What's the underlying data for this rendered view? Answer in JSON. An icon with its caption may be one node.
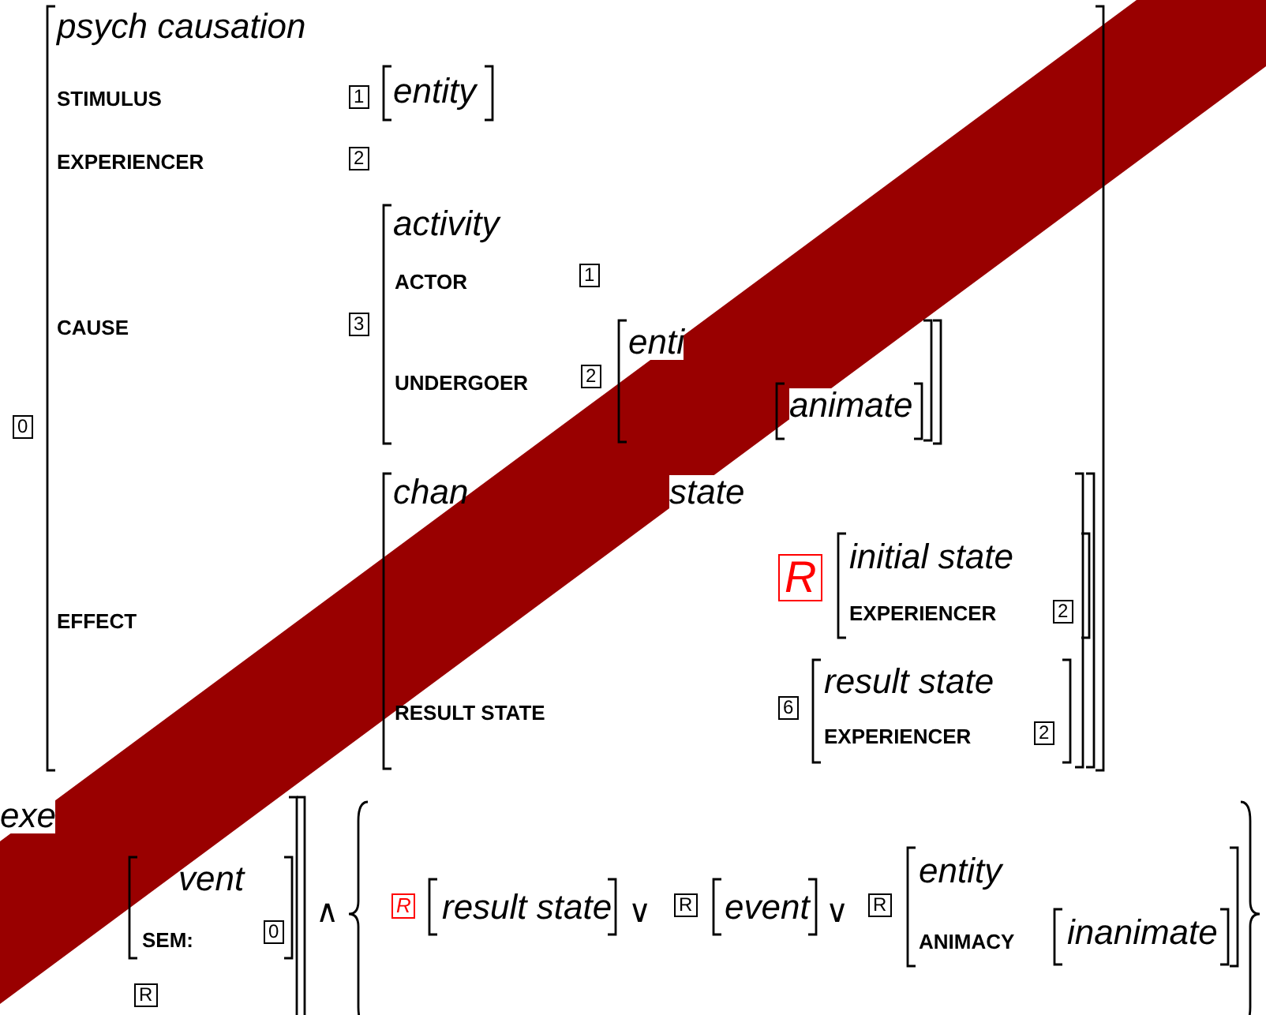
{
  "diagram": {
    "labels": [
      "psych causation",
      "STIMULUS",
      "1",
      "entity",
      "EXPERIENCER",
      "2",
      "activity",
      "ACTOR",
      "1",
      "CAUSE",
      "3",
      "0",
      "UNDERGOER",
      "2",
      "enti",
      "animate",
      "chan",
      "state",
      "EFFECT",
      "R",
      "initial state",
      "EXPERIENCER",
      "2",
      "RESULT STATE",
      "6",
      "result state",
      "EXPERIENCER",
      "2",
      "exe",
      "vent",
      "SEM:",
      "0",
      "∧",
      "R",
      "result state",
      "∨",
      "R",
      "event",
      "∨",
      "R",
      "entity",
      "ANIMACY",
      "inanimate",
      "R"
    ]
  }
}
